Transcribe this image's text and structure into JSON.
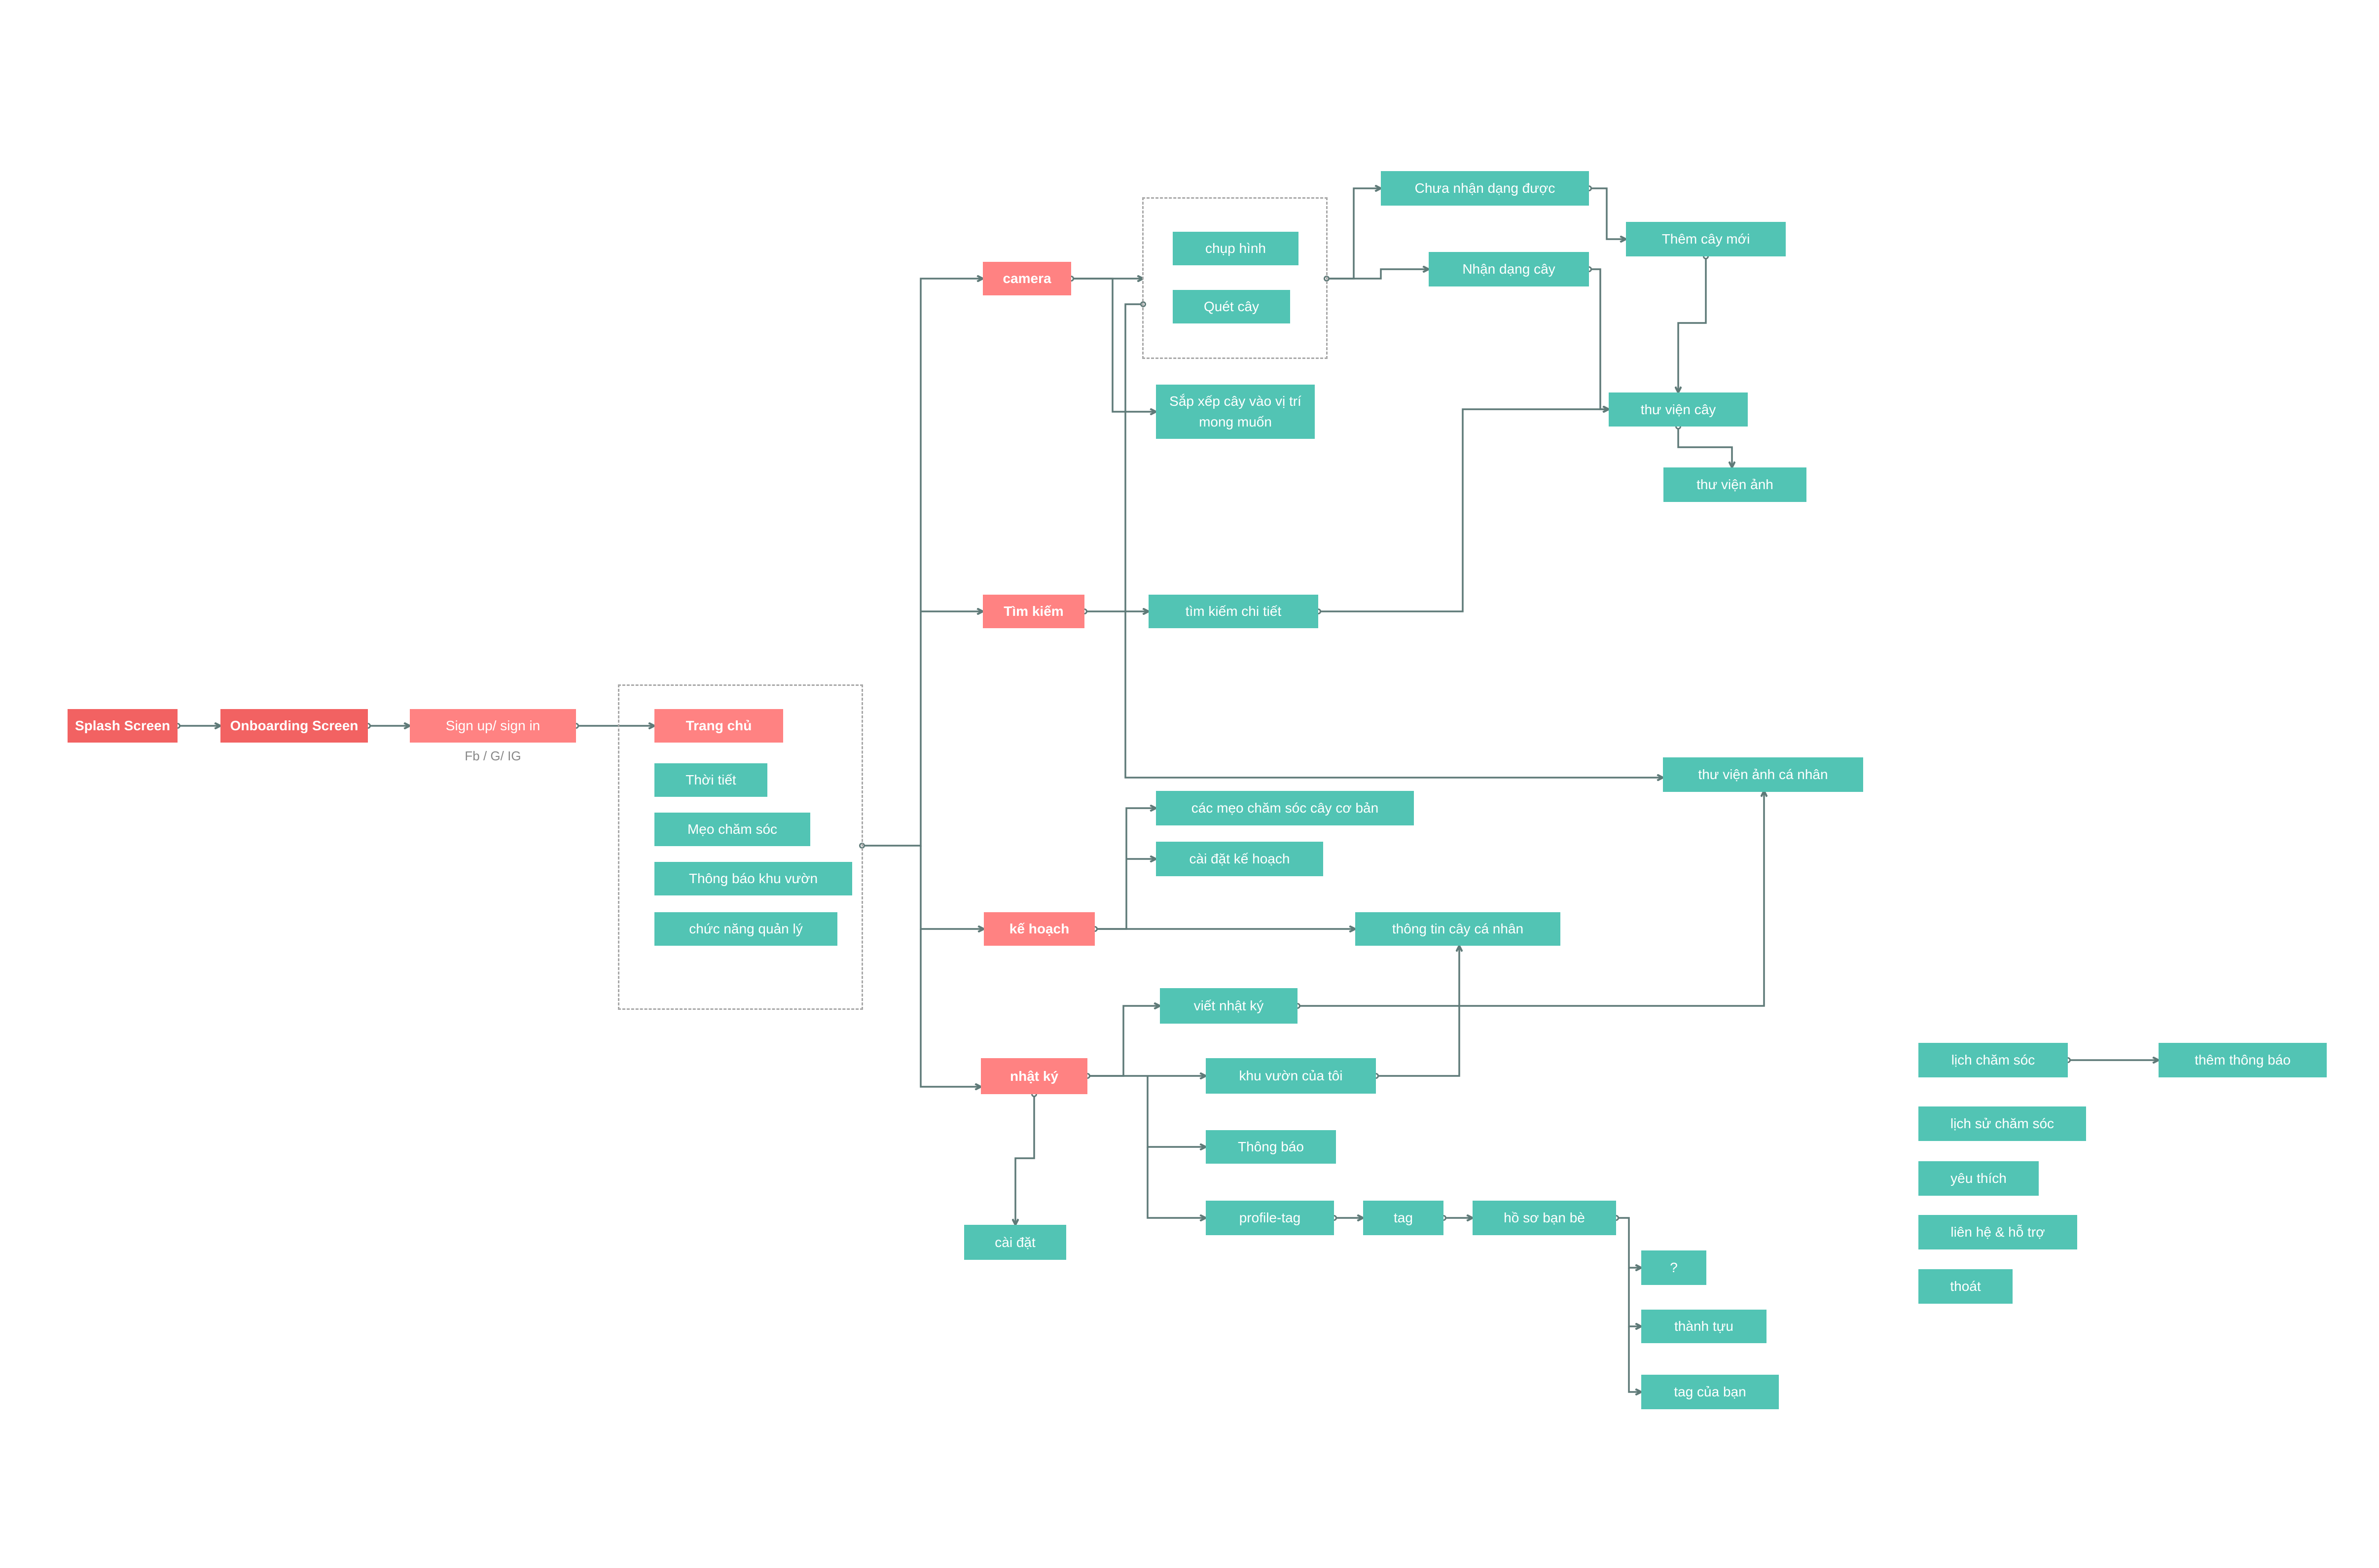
{
  "colors": {
    "teal": "#52c4b4",
    "coral": "#ff8282",
    "red": "#f26262",
    "wire": "#5f7a78",
    "group_border": "#a8a8a8"
  },
  "nodes": {
    "splash": "Splash Screen",
    "onboarding": "Onboarding Screen",
    "signup": "Sign up/ sign in",
    "signup_note": "Fb / G/ IG",
    "trang_chu": "Trang chủ",
    "thoi_tiet": "Thời tiết",
    "meo_cham_soc": "Mẹo chăm sóc",
    "thong_bao_khu_vuon": "Thông báo khu vườn",
    "chuc_nang_quan_ly": "chức năng quản lý",
    "camera": "camera",
    "chup_hinh": "chụp hình",
    "quet_cay": "Quét cây",
    "sap_xep": "Sắp xếp cây vào vị trí mong muốn",
    "chua_nhan_dang": "Chưa nhận dạng được",
    "nhan_dang_cay": "Nhận dạng cây",
    "them_cay_moi": "Thêm cây mới",
    "thu_vien_cay": "thư viện cây",
    "thu_vien_anh": "thư viện ảnh",
    "tim_kiem": "Tìm kiếm",
    "tim_kiem_chi_tiet": "tìm kiếm chi tiết",
    "thu_vien_anh_ca_nhan": "thư viện ảnh cá nhân",
    "ke_hoach": "kế hoạch",
    "cac_meo": "các mẹo chăm sóc cây cơ bản",
    "cai_dat_ke_hoach": "cài đặt kế hoạch",
    "thong_tin_cay": "thông tin cây cá nhân",
    "nhat_ky": "nhật ký",
    "viet_nhat_ky": "viết nhật ký",
    "khu_vuon_cua_toi": "khu vườn của tôi",
    "thong_bao": "Thông báo",
    "profile_tag": "profile-tag",
    "tag": "tag",
    "ho_so_ban_be": "hồ sơ bạn bè",
    "question": "?",
    "thanh_tuu": "thành tựu",
    "tag_cua_ban": "tag của bạn",
    "cai_dat": "cài đặt",
    "lich_cham_soc": "lịch chăm sóc",
    "them_thong_bao": "thêm thông báo",
    "lich_su_cham_soc": "lịch sử chăm sóc",
    "yeu_thich": "yêu thích",
    "lien_he": "liên hệ & hỗ trợ",
    "thoat": "thoát"
  }
}
